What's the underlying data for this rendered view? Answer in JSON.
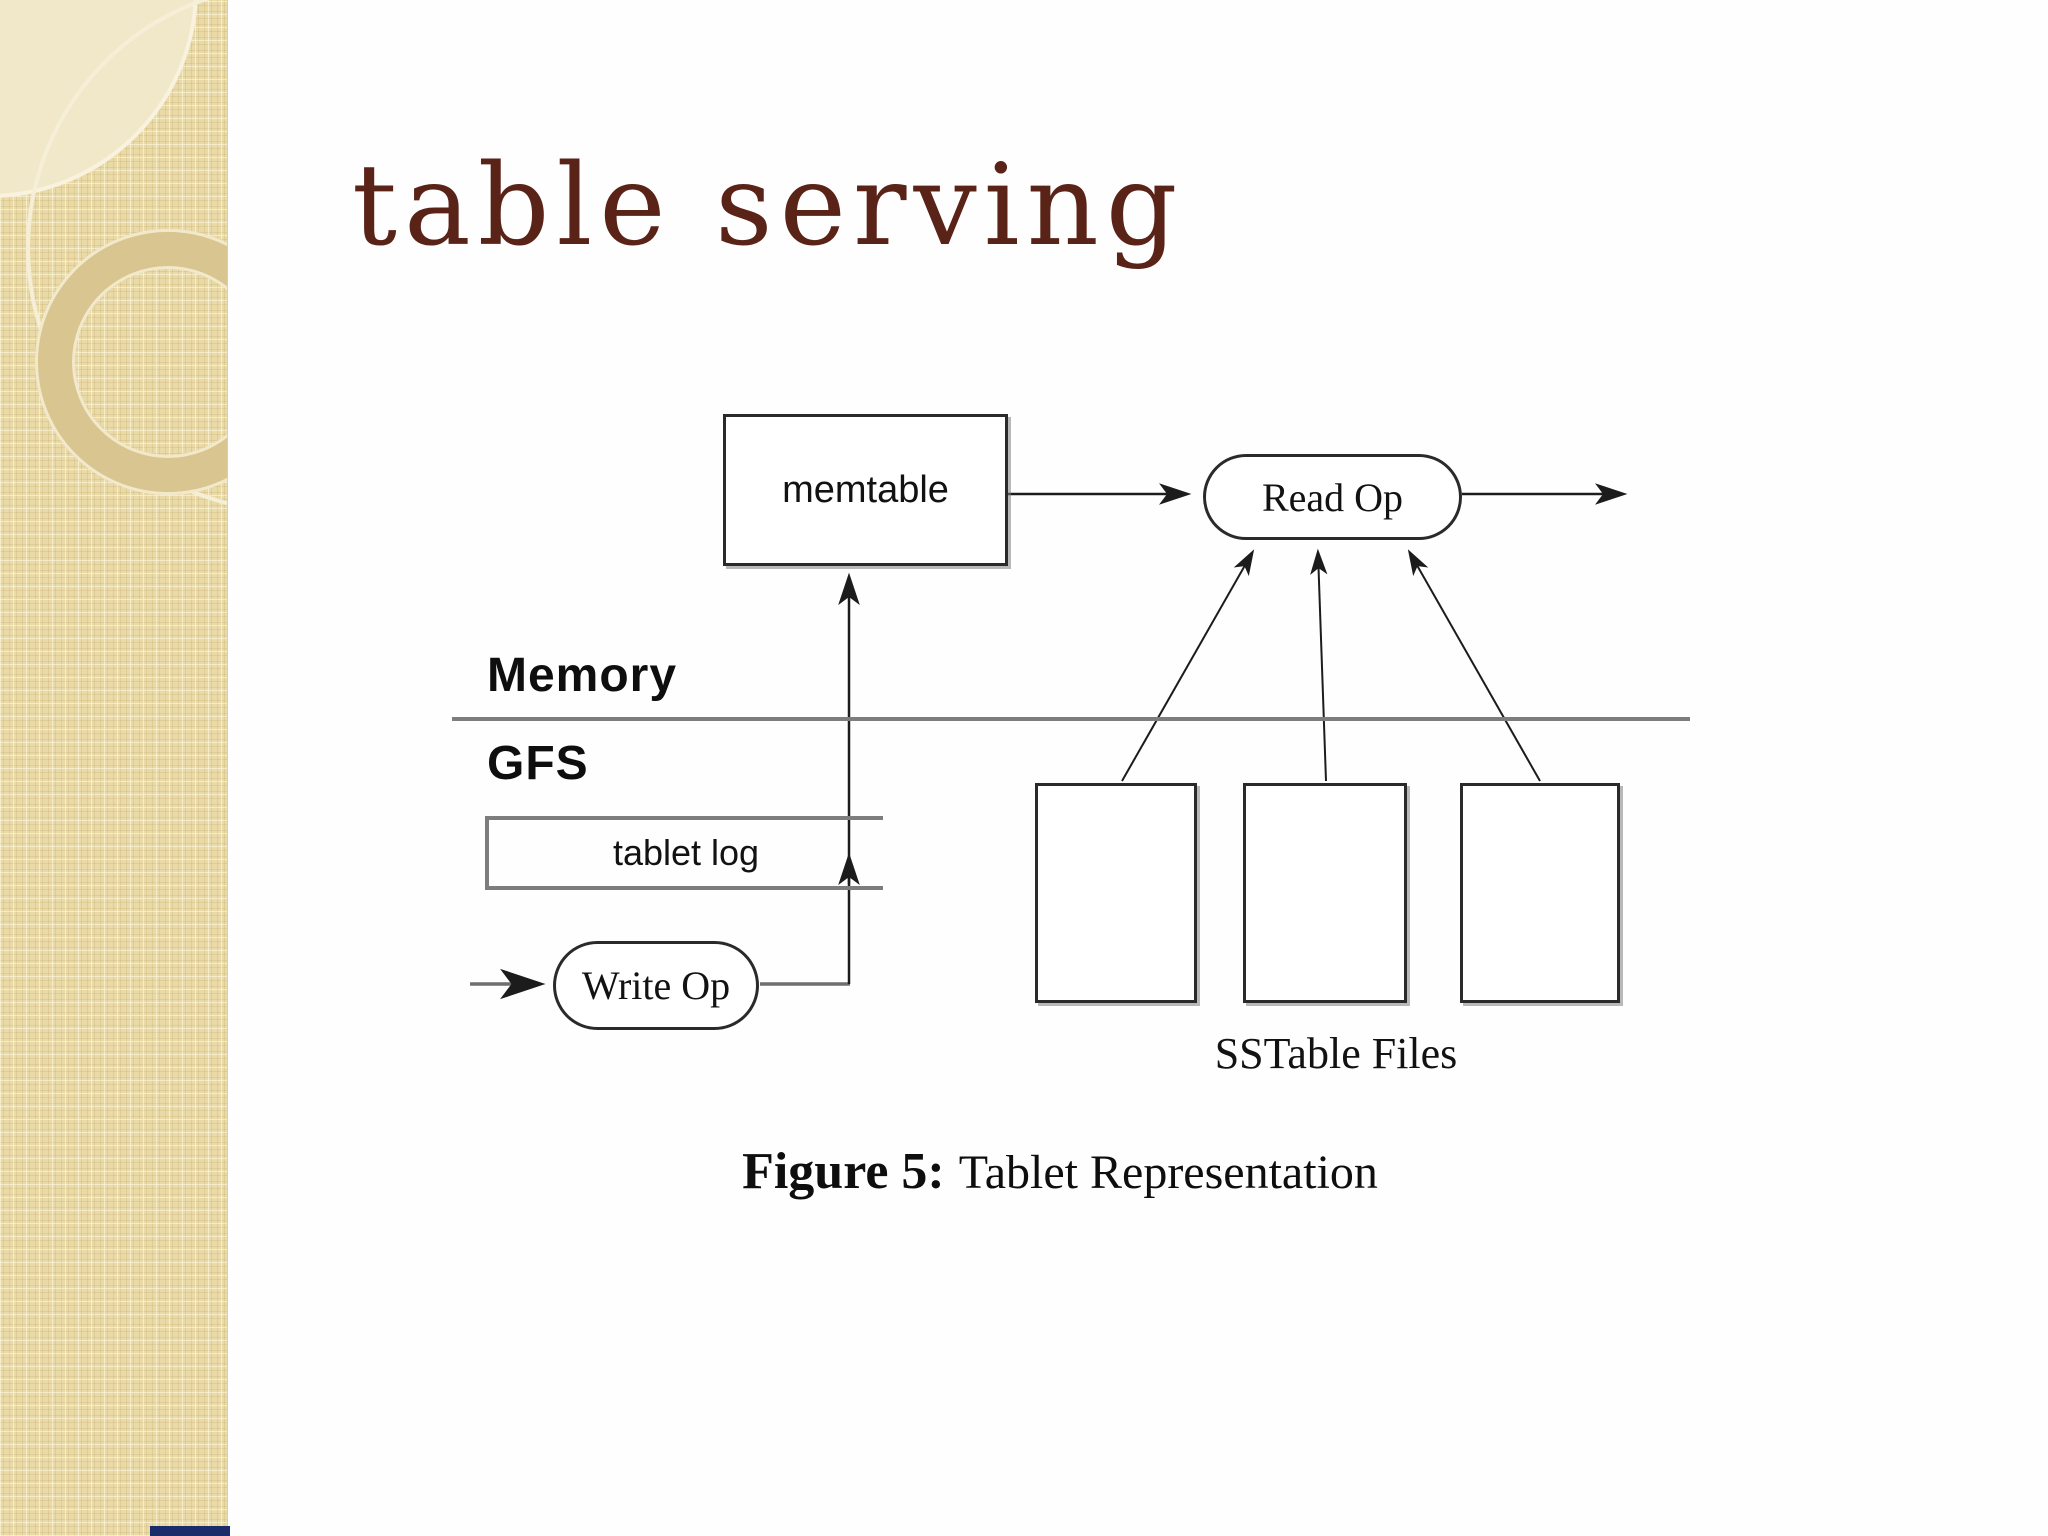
{
  "title": "table serving",
  "colors": {
    "title_text": "#5a2318",
    "sidebar_base": "#e9daa8",
    "sidebar_ring": "#d9c58f",
    "diagram_ink": "#2a2a2a",
    "diagram_gray_line": "#7d7d7d"
  },
  "diagram": {
    "memtable": "memtable",
    "read_op": "Read Op",
    "write_op": "Write Op",
    "tablet_log": "tablet log",
    "memory": "Memory",
    "gfs": "GFS",
    "sstable_files": "SSTable Files",
    "caption": {
      "label": "Figure 5:",
      "text": "Tablet Representation"
    }
  }
}
